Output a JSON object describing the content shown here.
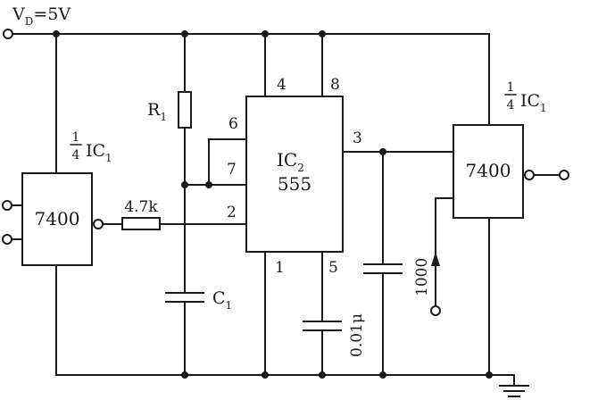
{
  "supply": {
    "label_main": "V",
    "label_sub": "D",
    "label_value": "=5V"
  },
  "gate_left": {
    "frac_num": "1",
    "frac_den": "4",
    "name_main": "IC",
    "name_sub": "1",
    "chip": "7400"
  },
  "gate_right": {
    "frac_num": "1",
    "frac_den": "4",
    "name_main": "IC",
    "name_sub": "1",
    "chip": "7400"
  },
  "timer": {
    "name_main": "IC",
    "name_sub": "2",
    "chip": "555",
    "pins": {
      "p4": "4",
      "p8": "8",
      "p6": "6",
      "p7": "7",
      "p2": "2",
      "p3": "3",
      "p1": "1",
      "p5": "5"
    }
  },
  "r1": {
    "main": "R",
    "sub": "1"
  },
  "c1": {
    "main": "C",
    "sub": "1"
  },
  "resistor_47k": "4.7k",
  "cap_001": "0.01μ",
  "cap_1000": "1000"
}
